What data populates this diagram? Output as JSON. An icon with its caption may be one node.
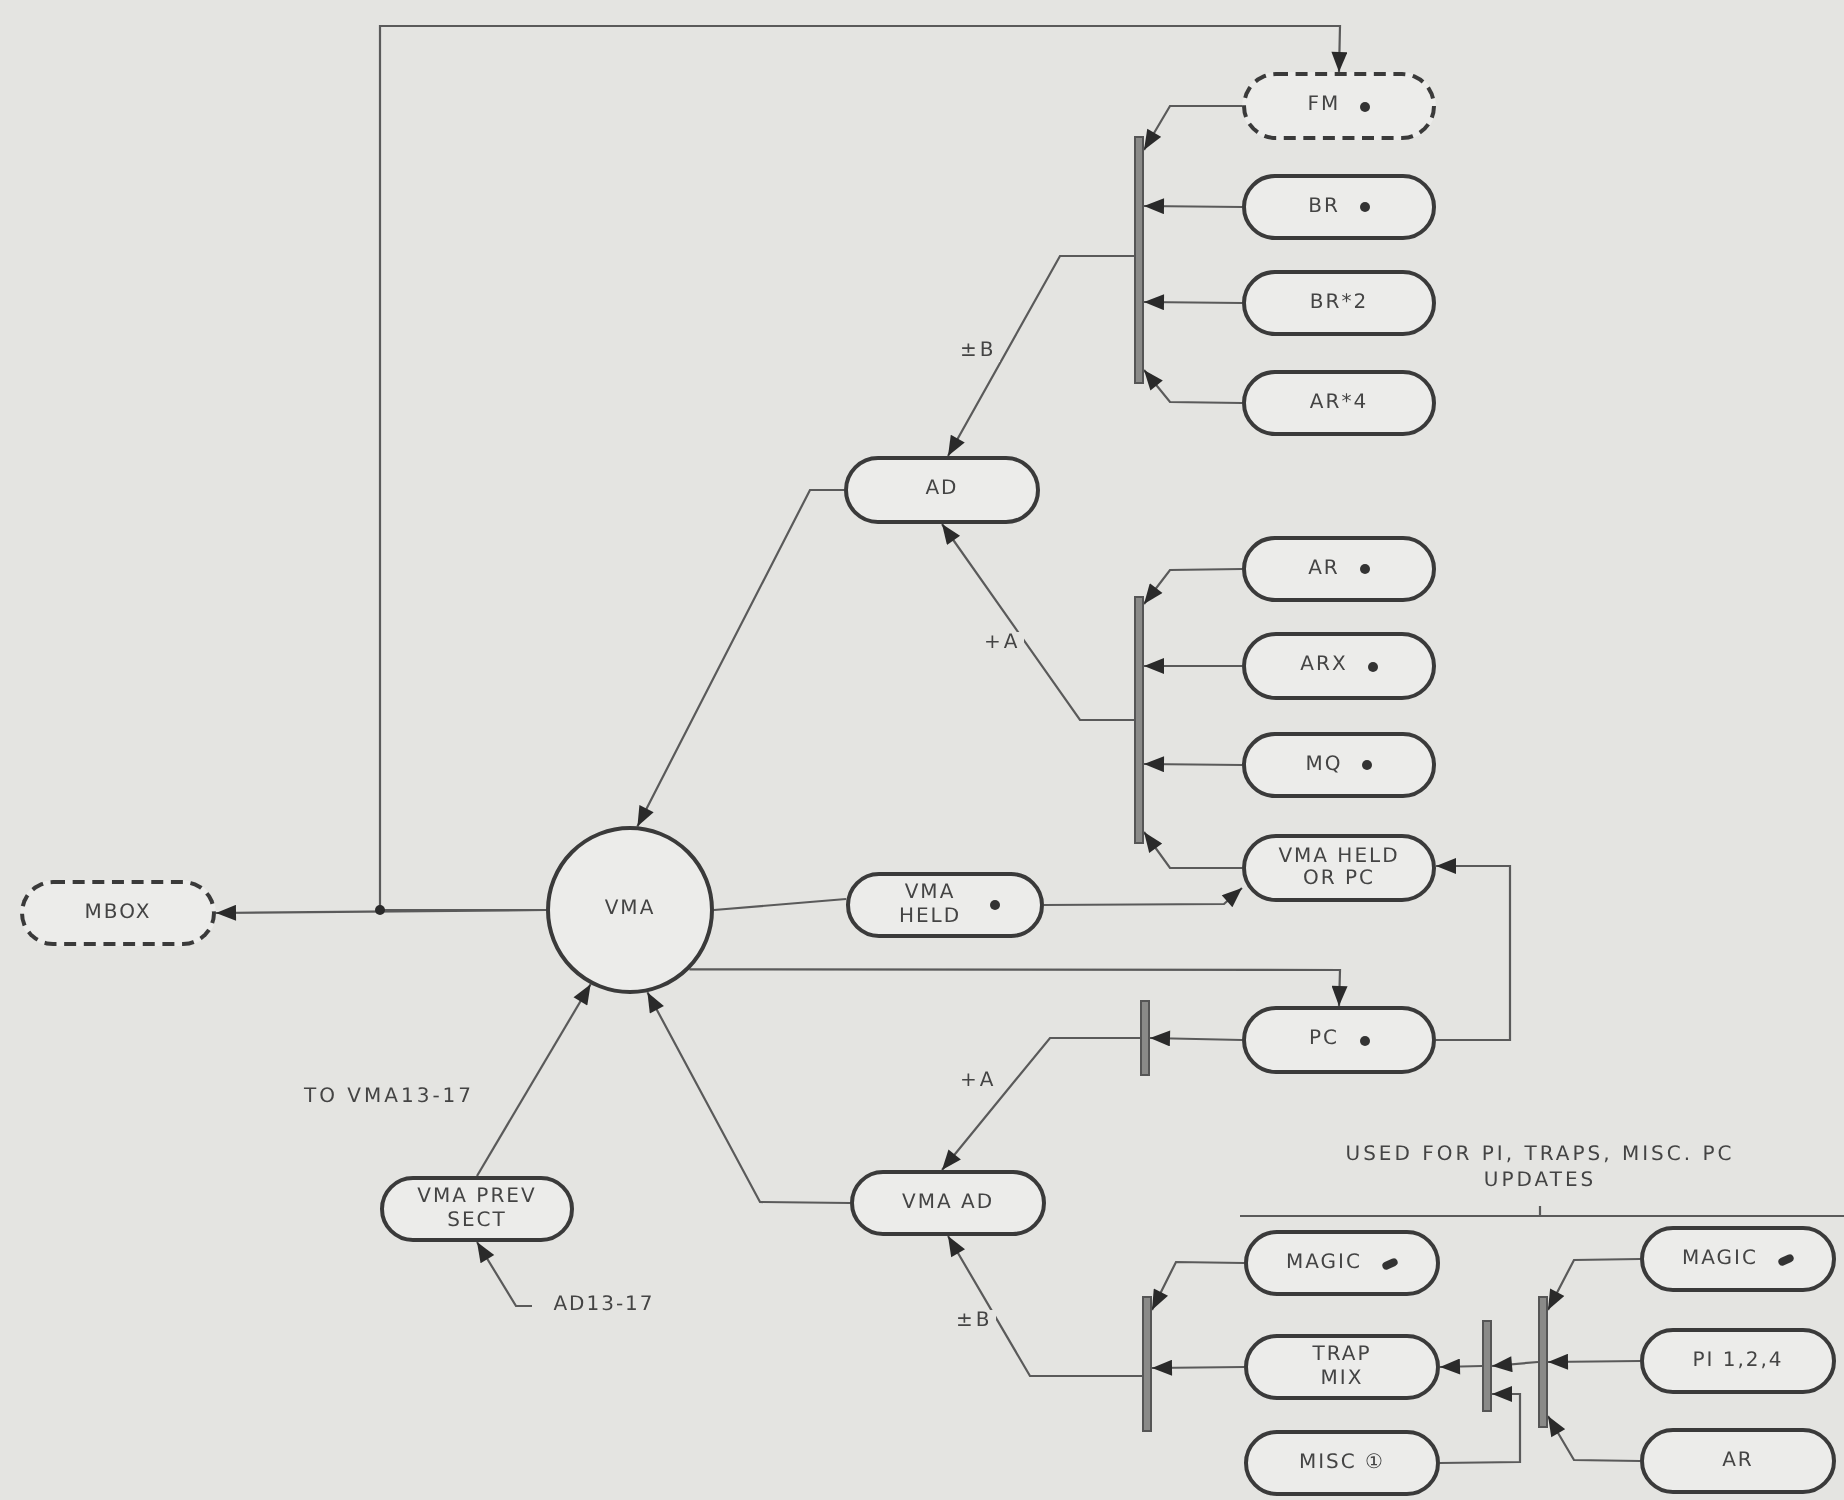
{
  "diagram": {
    "nodes": [
      {
        "text": [
          "FM"
        ]
      },
      {
        "text": [
          "BR"
        ]
      },
      {
        "text": [
          "BR*2"
        ]
      },
      {
        "text": [
          "AR*4"
        ]
      },
      {
        "text": [
          "AD"
        ]
      },
      {
        "text": [
          "AR"
        ]
      },
      {
        "text": [
          "ARX"
        ]
      },
      {
        "text": [
          "MQ"
        ]
      },
      {
        "text": [
          "VMA HELD OR PC"
        ]
      },
      {
        "text": [
          "MBOX"
        ]
      },
      {
        "text": [
          "VMA"
        ]
      },
      {
        "text": [
          "VMA HELD"
        ]
      },
      {
        "text": [
          "PC"
        ]
      },
      {
        "text": [
          "VMA PREV SECT"
        ]
      },
      {
        "text": [
          "VMA AD"
        ]
      },
      {
        "text": [
          "MAGIC"
        ]
      },
      {
        "text": [
          "TRAP MIX"
        ]
      },
      {
        "text": [
          "MISC ①"
        ]
      },
      {
        "text": [
          "MAGIC"
        ]
      },
      {
        "text": [
          "PI 1,2,4"
        ]
      },
      {
        "text": [
          "AR"
        ]
      },
      {
        "text": [],
        "shape": "bar"
      },
      {
        "text": [],
        "shape": "bar"
      },
      {
        "text": [],
        "shape": "bar"
      },
      {
        "text": [],
        "shape": "bar"
      },
      {
        "text": [],
        "shape": "bar"
      },
      {
        "text": [],
        "shape": "bar"
      },
      {
        "text": [
          "AD13-17"
        ]
      }
    ],
    "edges": [
      {
        "from": 0,
        "to": 21,
        "arrow": "to"
      },
      {
        "from": 1,
        "to": 21,
        "arrow": "to"
      },
      {
        "from": 2,
        "to": 21,
        "arrow": "to"
      },
      {
        "from": 3,
        "to": 21,
        "arrow": "to"
      },
      {
        "from": 21,
        "to": 4,
        "arrow": "to",
        "label": "±B"
      },
      {
        "from": 5,
        "to": 22,
        "arrow": "to"
      },
      {
        "from": 6,
        "to": 22,
        "arrow": "to"
      },
      {
        "from": 7,
        "to": 22,
        "arrow": "to"
      },
      {
        "from": 8,
        "to": 22,
        "arrow": "to"
      },
      {
        "from": 22,
        "to": 4,
        "arrow": "to",
        "label": "+A"
      },
      {
        "from": 4,
        "to": 10,
        "arrow": "to"
      },
      {
        "from": 10,
        "to": 9,
        "arrow": "to"
      },
      {
        "from": 10,
        "to": 0,
        "arrow": "to"
      },
      {
        "from": 10,
        "to": 11,
        "arrow": "none"
      },
      {
        "from": 11,
        "to": 8,
        "arrow": "to"
      },
      {
        "from": 10,
        "to": 12,
        "arrow": "to"
      },
      {
        "from": 12,
        "to": 8,
        "arrow": "to"
      },
      {
        "from": 12,
        "to": 23,
        "arrow": "to"
      },
      {
        "from": 23,
        "to": 14,
        "arrow": "to",
        "label": "+A"
      },
      {
        "from": 14,
        "to": 10,
        "arrow": "to"
      },
      {
        "from": 24,
        "to": 14,
        "arrow": "to",
        "label": "±B"
      },
      {
        "from": 15,
        "to": 24,
        "arrow": "to"
      },
      {
        "from": 16,
        "to": 24,
        "arrow": "to"
      },
      {
        "from": 25,
        "to": 16,
        "arrow": "to"
      },
      {
        "from": 17,
        "to": 25,
        "arrow": "to"
      },
      {
        "from": 26,
        "to": 25,
        "arrow": "to"
      },
      {
        "from": 18,
        "to": 26,
        "arrow": "to"
      },
      {
        "from": 19,
        "to": 26,
        "arrow": "to"
      },
      {
        "from": 20,
        "to": 26,
        "arrow": "to"
      },
      {
        "from": 13,
        "to": 10,
        "arrow": "to",
        "label": "TO VMA13-17"
      },
      {
        "from": 27,
        "to": 13,
        "arrow": "to"
      }
    ],
    "labels": [
      "USED FOR PI, TRAPS, MISC. PC UPDATES"
    ]
  }
}
